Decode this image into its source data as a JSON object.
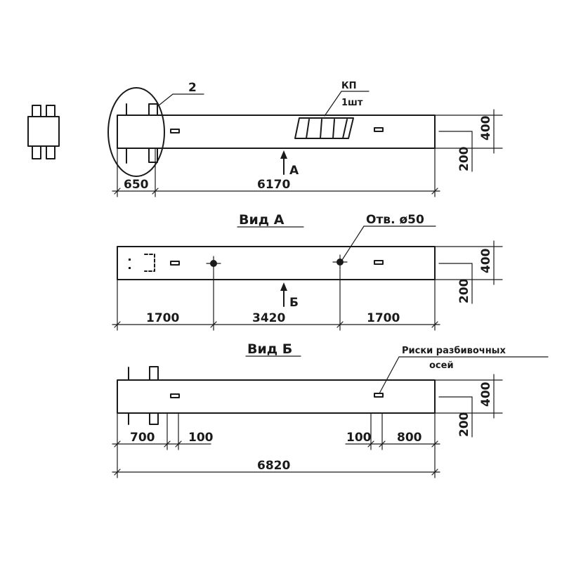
{
  "elevation": {
    "callout_number": "2",
    "kp_label": "КП",
    "kp_qty": "1шт",
    "view_arrow_label": "А",
    "dims": {
      "left": "650",
      "main": "6170",
      "height": "400",
      "offset": "200"
    }
  },
  "view_a": {
    "title": "Вид А",
    "hole_label": "Отв. ø50",
    "view_arrow_label": "Б",
    "dims": {
      "left": "1700",
      "middle": "3420",
      "right": "1700",
      "height": "400",
      "offset": "200"
    }
  },
  "view_b": {
    "title": "Вид Б",
    "note_line1": "Риски разбивочных",
    "note_line2": "осей",
    "dims": {
      "left": "700",
      "left_small": "100",
      "right_small": "100",
      "right": "800",
      "total": "6820",
      "height": "400",
      "offset": "200"
    }
  }
}
